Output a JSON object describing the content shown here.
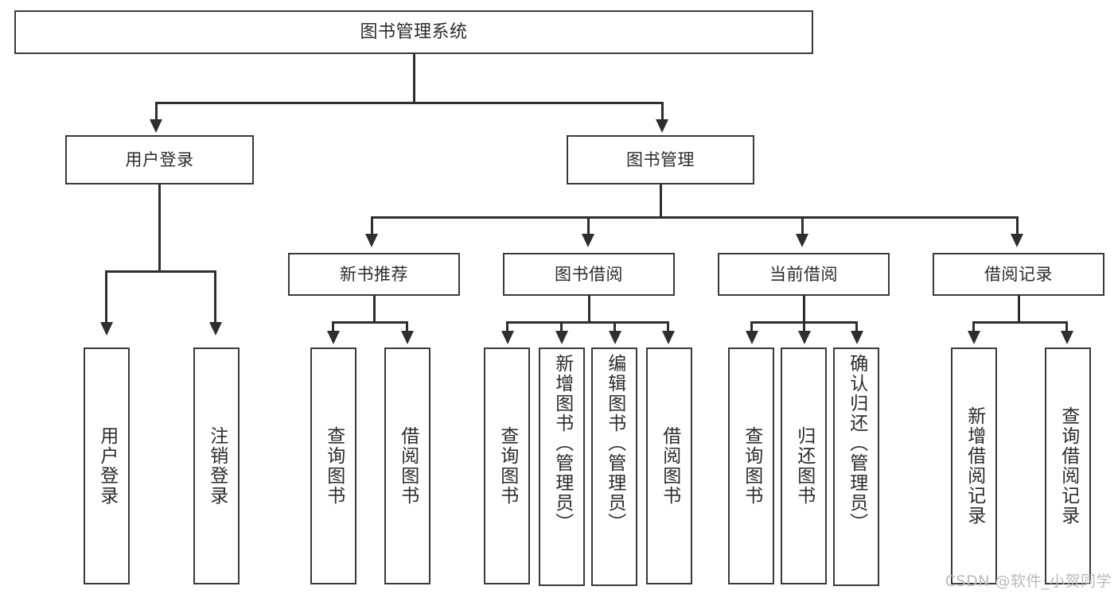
{
  "diagram": {
    "type": "tree",
    "title": "图书管理系统",
    "watermark": "CSDN @软件_小贺同学",
    "colors": {
      "box_border": "#3a3a3a",
      "line": "#2e2e2e",
      "text": "#2b2b2b",
      "background": "#ffffff",
      "watermark": "#b9b9b9"
    },
    "nodes": {
      "root": {
        "label": "图书管理系统"
      },
      "level2": [
        {
          "label": "用户登录"
        },
        {
          "label": "图书管理"
        }
      ],
      "level3": [
        {
          "label": "新书推荐"
        },
        {
          "label": "图书借阅"
        },
        {
          "label": "当前借阅"
        },
        {
          "label": "借阅记录"
        }
      ],
      "leaves": {
        "user_login": [
          {
            "label": "用户登录"
          },
          {
            "label": "注销登录"
          }
        ],
        "new_book_recommend": [
          {
            "label": "查询图书"
          },
          {
            "label": "借阅图书"
          }
        ],
        "book_borrow": [
          {
            "label": "查询图书"
          },
          {
            "label": "新增图书（管理员）"
          },
          {
            "label": "编辑图书（管理员）"
          },
          {
            "label": "借阅图书"
          }
        ],
        "current_borrow": [
          {
            "label": "查询图书"
          },
          {
            "label": "归还图书"
          },
          {
            "label": "确认归还（管理员）"
          }
        ],
        "borrow_record": [
          {
            "label": "新增借阅记录"
          },
          {
            "label": "查询借阅记录"
          }
        ]
      }
    }
  }
}
